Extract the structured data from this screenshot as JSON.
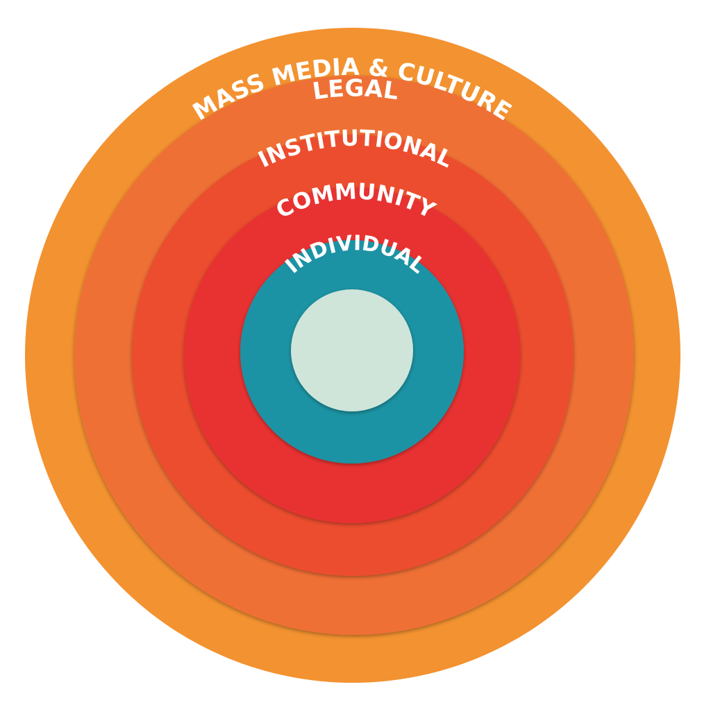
{
  "diagram": {
    "rings": [
      {
        "id": "mass-media-culture",
        "label": "MASS MEDIA & CULTURE",
        "color": "#F39230"
      },
      {
        "id": "legal",
        "label": "LEGAL",
        "color": "#EF7034"
      },
      {
        "id": "institutional",
        "label": "INSTITUTIONAL",
        "color": "#EC4E2F"
      },
      {
        "id": "community",
        "label": "COMMUNITY",
        "color": "#E83132"
      },
      {
        "id": "individual",
        "label": "INDIVIDUAL",
        "color": "#1E93A4"
      }
    ],
    "core": {
      "color": "#CFE5DA"
    },
    "edge_shadow_color": "#B8352A"
  }
}
